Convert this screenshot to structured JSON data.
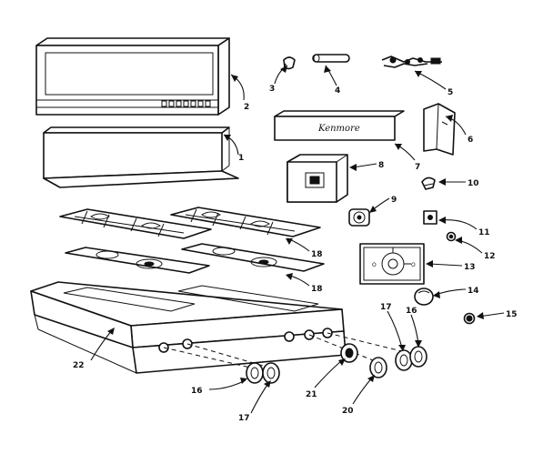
{
  "diagram": {
    "brand_text": "Kenmore",
    "knob_dial": {
      "left_mark": "O",
      "right_mark": "O"
    },
    "callouts": {
      "c1": "1",
      "c2": "2",
      "c3": "3",
      "c4": "4",
      "c5": "5",
      "c6": "6",
      "c7": "7",
      "c8": "8",
      "c9": "9",
      "c10": "10",
      "c11": "11",
      "c12": "12",
      "c13": "13",
      "c14": "14",
      "c15": "15",
      "c16a": "16",
      "c16b": "16",
      "c17a": "17",
      "c17b": "17",
      "c18a": "18",
      "c18b": "18",
      "c20": "20",
      "c21": "21",
      "c22": "22"
    }
  }
}
